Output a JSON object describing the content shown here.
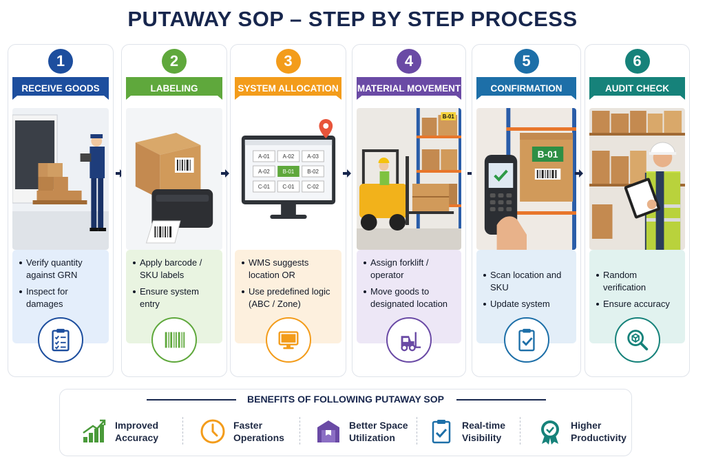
{
  "title": "PUTAWAY SOP – STEP BY STEP PROCESS",
  "steps": [
    {
      "number": "1",
      "title": "RECEIVE GOODS",
      "color": "#1d4e9e",
      "bullets": [
        "Verify quantity against GRN",
        "Inspect for damages"
      ],
      "icon": "clipboard-checklist-icon"
    },
    {
      "number": "2",
      "title": "LABELING",
      "color": "#5fa83c",
      "bullets": [
        "Apply barcode / SKU labels",
        "Ensure system entry"
      ],
      "icon": "barcode-icon"
    },
    {
      "number": "3",
      "title": "SYSTEM ALLOCATION",
      "color": "#f39c1b",
      "bullets": [
        "WMS suggests location OR",
        "Use predefined logic (ABC / Zone)"
      ],
      "icon": "monitor-icon"
    },
    {
      "number": "4",
      "title": "MATERIAL MOVEMENT",
      "color": "#6a4aa5",
      "bullets": [
        "Assign forklift / operator",
        "Move goods to designated location"
      ],
      "icon": "forklift-icon"
    },
    {
      "number": "5",
      "title": "CONFIRMATION",
      "color": "#1d6fa8",
      "bullets": [
        "Scan location and SKU",
        "Update system"
      ],
      "icon": "clipboard-check-icon"
    },
    {
      "number": "6",
      "title": "AUDIT CHECK",
      "color": "#16827a",
      "bullets": [
        "Random verification",
        "Ensure accuracy"
      ],
      "icon": "magnifier-box-icon"
    }
  ],
  "illustration_text": {
    "rack_label": "B-01",
    "screen_grid": [
      "A-01",
      "A-02",
      "A-03",
      "A-02",
      "B-01",
      "B-02",
      "C-01",
      "C-01",
      "C-02"
    ]
  },
  "benefits_title": "BENEFITS OF FOLLOWING PUTAWAY SOP",
  "benefits": [
    {
      "line1": "Improved",
      "line2": "Accuracy",
      "icon": "bar-growth-icon",
      "color": "#4a9a3a"
    },
    {
      "line1": "Faster",
      "line2": "Operations",
      "icon": "clock-icon",
      "color": "#f39c1b"
    },
    {
      "line1": "Better Space",
      "line2": "Utilization",
      "icon": "warehouse-box-icon",
      "color": "#6a4aa5"
    },
    {
      "line1": "Real-time",
      "line2": "Visibility",
      "icon": "clipboard-check-icon",
      "color": "#1d6fa8"
    },
    {
      "line1": "Higher",
      "line2": "Productivity",
      "icon": "award-badge-icon",
      "color": "#16827a"
    }
  ]
}
